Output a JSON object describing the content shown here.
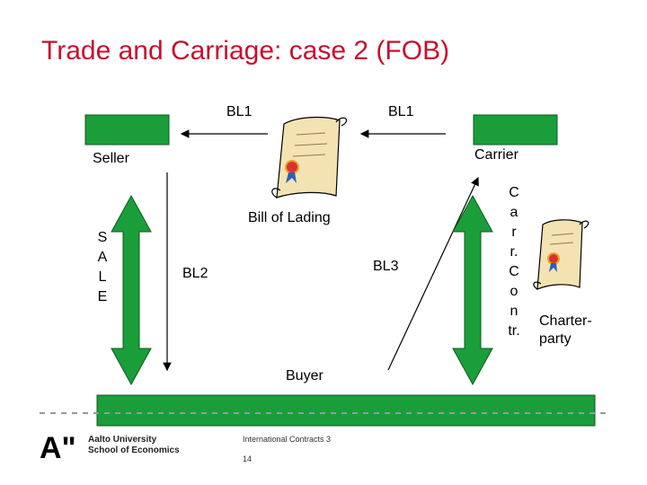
{
  "title": "Trade and Carriage: case 2 (FOB)",
  "diagram": {
    "bl1_left": "BL1",
    "bl1_right": "BL1",
    "seller": "Seller",
    "carrier": "Carrier",
    "bill_of_lading": "Bill of Lading",
    "bl2": "BL2",
    "bl3": "BL3",
    "buyer": "Buyer",
    "sale_vertical": [
      "S",
      "A",
      "L",
      "E"
    ],
    "carr_contr_vertical": [
      "C",
      "a",
      "r",
      "r.",
      "C",
      "o",
      "n",
      "tr."
    ],
    "charterparty_line1": "Charter-",
    "charterparty_line2": "party"
  },
  "footer": {
    "logo_mark": "A\"",
    "university_line1": "Aalto University",
    "university_line2": "School of Economics",
    "course": "International Contracts 3",
    "page": "14"
  },
  "colors": {
    "title": "#c8102e",
    "green": "#1a9e3a",
    "scroll": "#f3e3b3"
  }
}
